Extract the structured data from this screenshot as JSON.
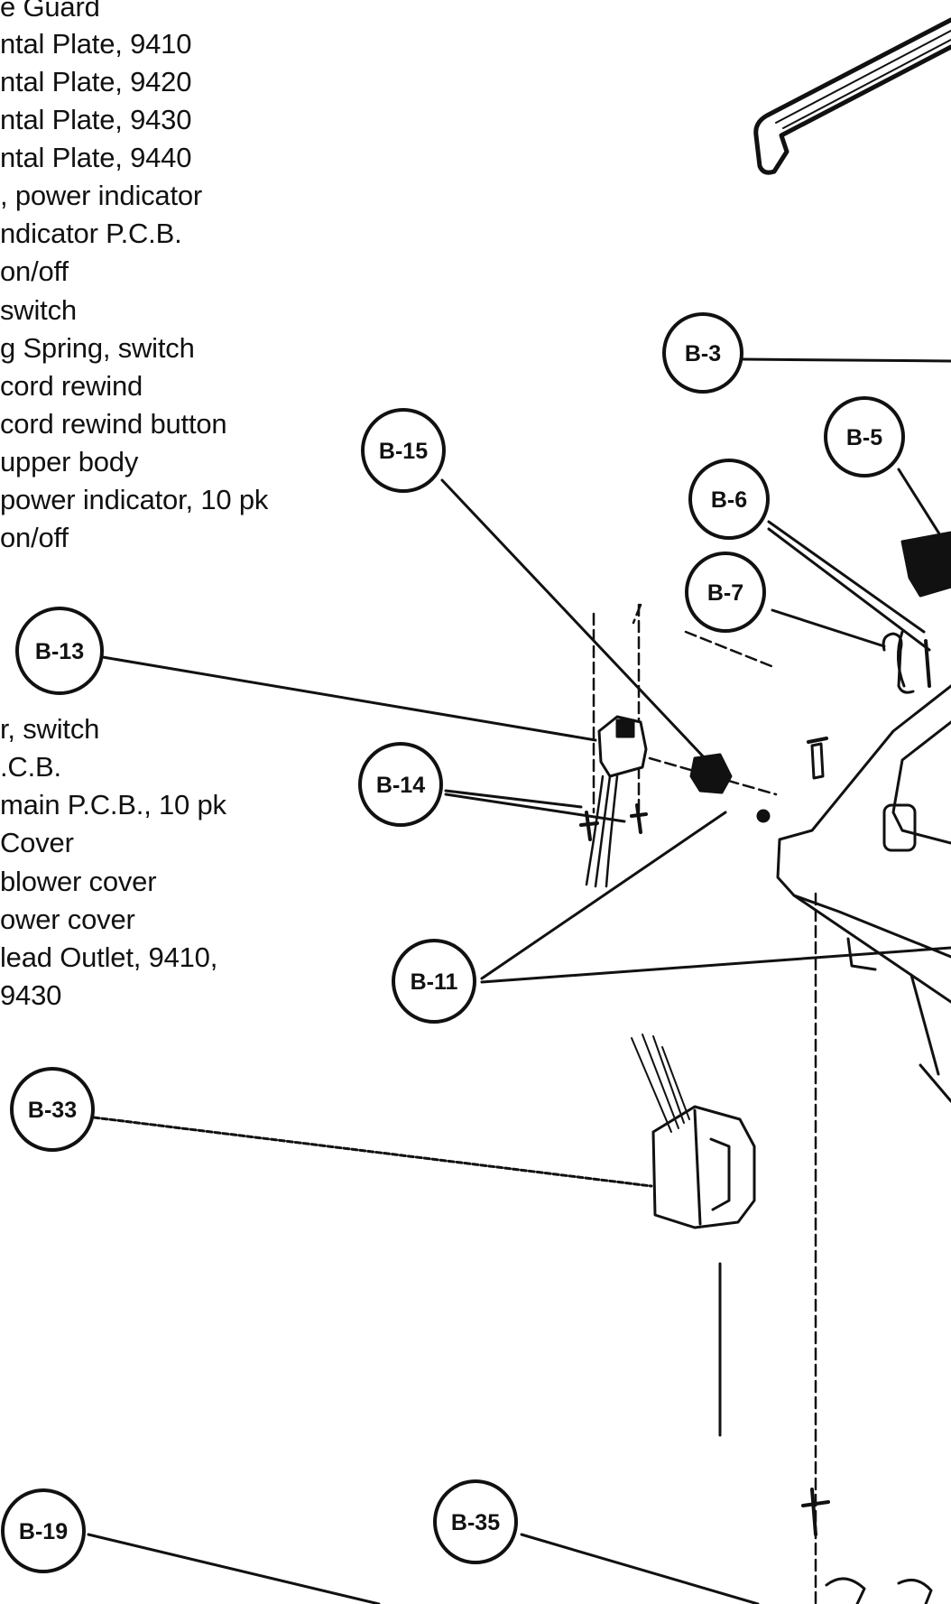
{
  "parts_list_top": [
    "e Guard",
    "ntal Plate, 9410",
    "ntal Plate, 9420",
    "ntal Plate, 9430",
    "ntal Plate, 9440",
    ", power indicator",
    "ndicator P.C.B.",
    "on/off",
    "switch",
    "g Spring, switch",
    "cord rewind",
    "cord rewind button",
    "upper body",
    "power indicator, 10 pk",
    "on/off"
  ],
  "parts_list_bottom": [
    "r, switch",
    ".C.B.",
    "main P.C.B., 10 pk",
    "Cover",
    "blower cover",
    "ower cover",
    "lead Outlet, 9410,",
    "9430"
  ],
  "callouts": {
    "b3": "B-3",
    "b5": "B-5",
    "b6": "B-6",
    "b7": "B-7",
    "b11": "B-11",
    "b13": "B-13",
    "b14": "B-14",
    "b15": "B-15",
    "b19": "B-19",
    "b33": "B-33",
    "b35": "B-35"
  }
}
